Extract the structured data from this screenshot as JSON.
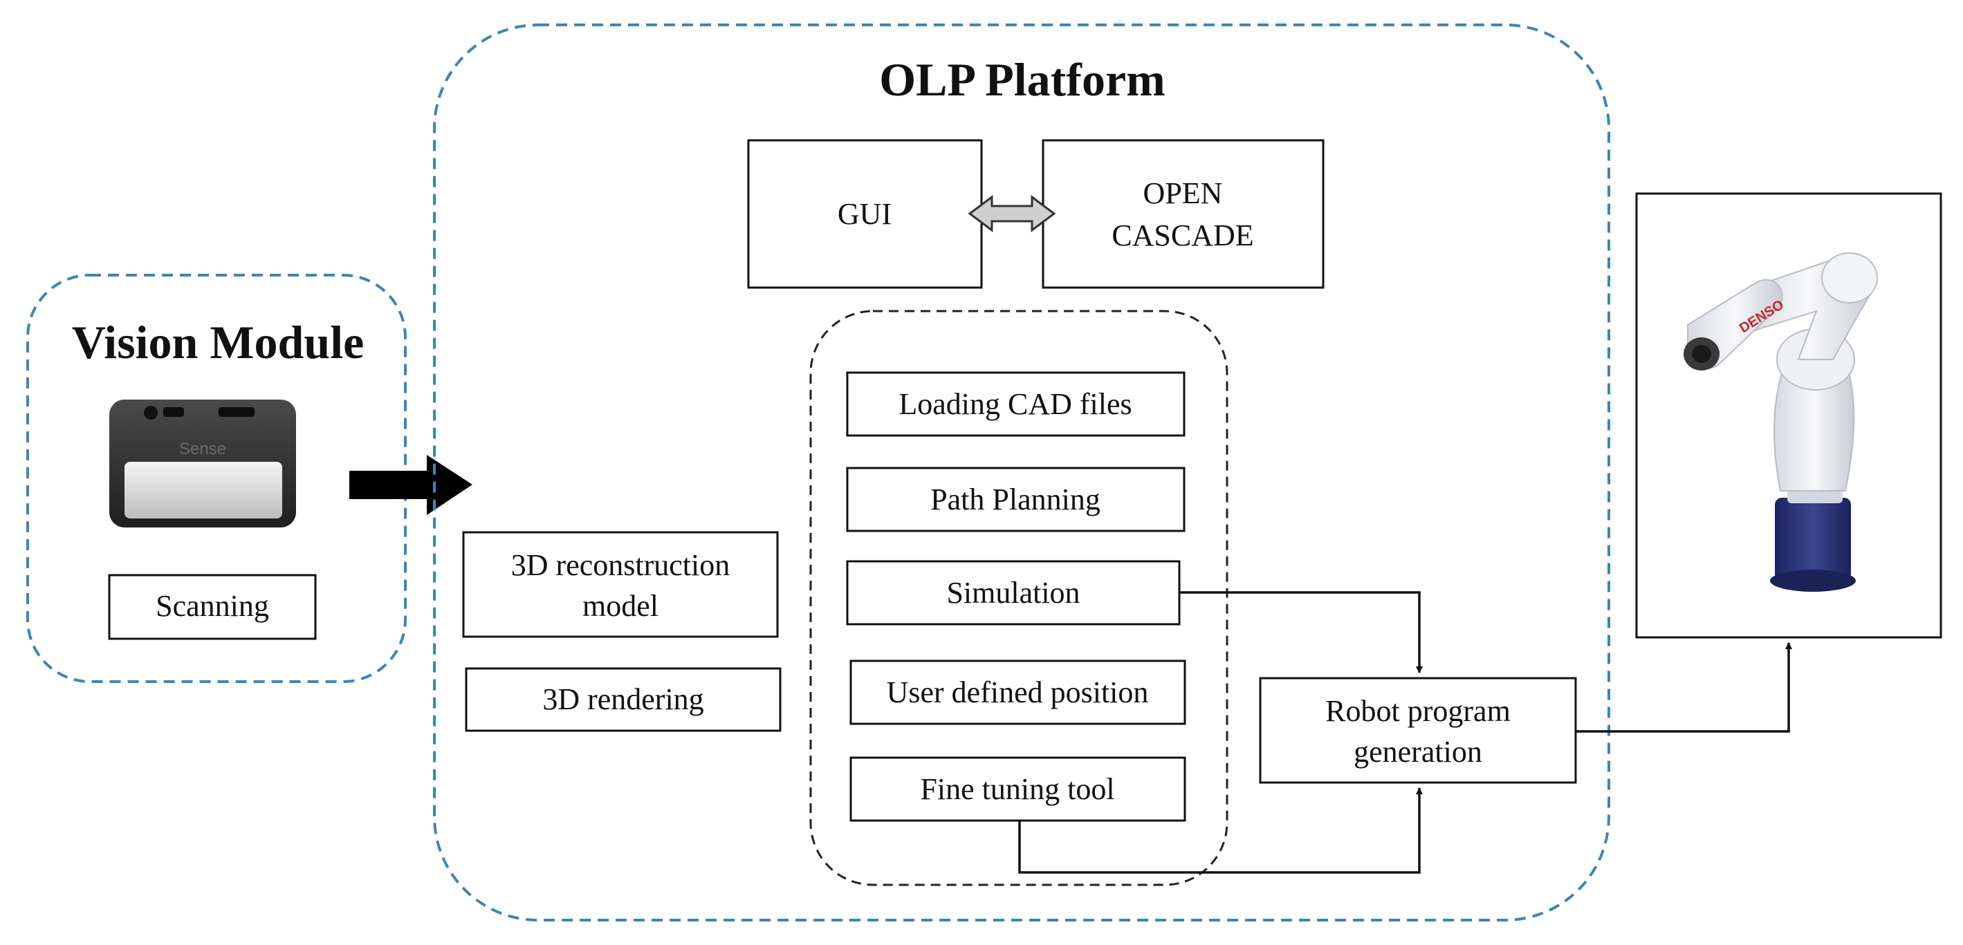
{
  "vision_module": {
    "title": "Vision Module",
    "scanning_label": "Scanning",
    "scanner_brand": "Sense"
  },
  "olp_platform": {
    "title": "OLP Platform",
    "gui_label": "GUI",
    "open_cascade_line1": "OPEN",
    "open_cascade_line2": "CASCADE",
    "reconstruction_line1": "3D reconstruction",
    "reconstruction_line2": "model",
    "rendering_label": "3D rendering",
    "functions": [
      "Loading CAD files",
      "Path Planning",
      "Simulation",
      "User defined position",
      "Fine tuning tool"
    ],
    "robot_program_line1": "Robot program",
    "robot_program_line2": "generation"
  },
  "robot": {
    "brand": "DENSO"
  },
  "colors": {
    "dashed_blue": "#3b86b8",
    "robot_body": "#eef0f4",
    "robot_base": "#2a3578",
    "brand_red": "#c0262d"
  }
}
